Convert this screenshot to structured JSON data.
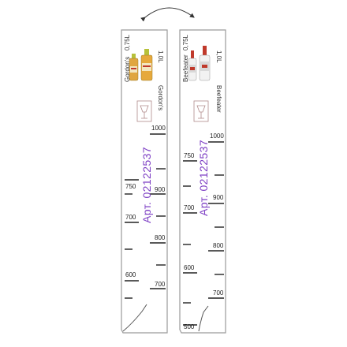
{
  "accent_color": "#7d3fc4",
  "swap_arrow": {
    "icon": "curved-double-arrow-icon"
  },
  "left_ruler": {
    "brand_name": "Gordon's",
    "size_small": "0,75L",
    "size_large": "1,0L",
    "article": "Арт. 02122537",
    "logo_icon": "glass-stamp-logo",
    "scale_small": [
      "750",
      "700",
      "600"
    ],
    "scale_large": [
      "1000",
      "900",
      "800",
      "700"
    ]
  },
  "right_ruler": {
    "brand_name": "Beefeater",
    "size_small": "0,75L",
    "size_large": "1,0L",
    "article": "Арт. 02122537",
    "logo_icon": "glass-stamp-logo",
    "scale_small": [
      "750",
      "700",
      "600",
      "500"
    ],
    "scale_large": [
      "1000",
      "900",
      "800",
      "700"
    ]
  }
}
